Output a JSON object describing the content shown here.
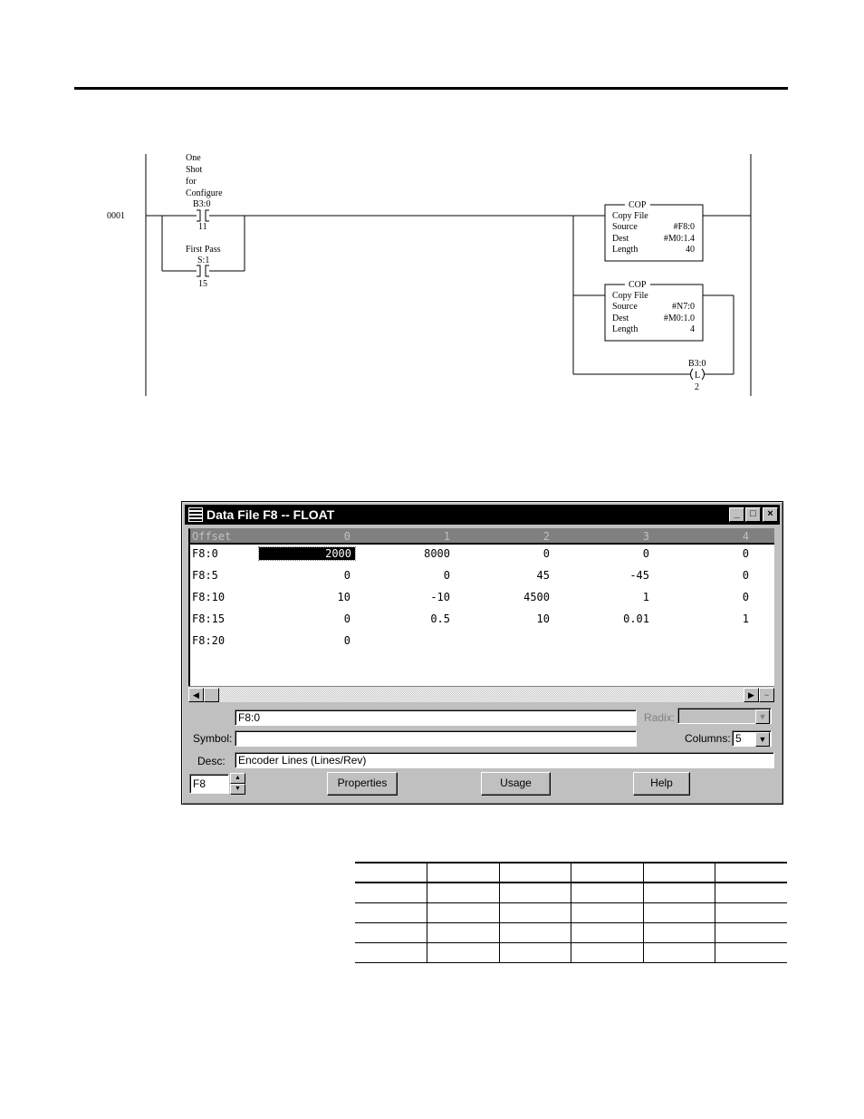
{
  "ladder": {
    "rung_number": "0001",
    "contact1": {
      "desc": [
        "One",
        "Shot",
        "for",
        "Configure"
      ],
      "address": "B3:0",
      "bit": "11"
    },
    "contact2": {
      "desc": "First Pass",
      "address": "S:1",
      "bit": "15"
    },
    "cop1": {
      "title": "COP",
      "name": "Copy File",
      "source_label": "Source",
      "source": "#F8:0",
      "dest_label": "Dest",
      "dest": "#M0:1.4",
      "length_label": "Length",
      "length": "40"
    },
    "cop2": {
      "title": "COP",
      "name": "Copy File",
      "source_label": "Source",
      "source": "#N7:0",
      "dest_label": "Dest",
      "dest": "#M0:1.0",
      "length_label": "Length",
      "length": "4"
    },
    "coil": {
      "address": "B3:0",
      "type": "L",
      "bit": "2"
    }
  },
  "window": {
    "title": "Data File F8  --  FLOAT",
    "columns_header": [
      "Offset",
      "0",
      "1",
      "2",
      "3",
      "4"
    ],
    "rows": [
      {
        "offset": "F8:0",
        "values": [
          "2000",
          "8000",
          "0",
          "0",
          "0"
        ]
      },
      {
        "offset": "F8:5",
        "values": [
          "0",
          "0",
          "45",
          "-45",
          "0"
        ]
      },
      {
        "offset": "F8:10",
        "values": [
          "10",
          "-10",
          "4500",
          "1",
          "0"
        ]
      },
      {
        "offset": "F8:15",
        "values": [
          "0",
          "0.5",
          "10",
          "0.01",
          "1"
        ]
      },
      {
        "offset": "F8:20",
        "values": [
          "0",
          "",
          "",
          "",
          ""
        ]
      }
    ],
    "address_value": "F8:0",
    "radix_label": "Radix:",
    "symbol_label": "Symbol:",
    "symbol_value": "",
    "columns_label": "Columns:",
    "columns_value": "5",
    "desc_label": "Desc:",
    "desc_value": "Encoder Lines (Lines/Rev)",
    "file_value": "F8",
    "properties_label": "Properties",
    "usage_label": "Usage",
    "help_label": "Help"
  }
}
